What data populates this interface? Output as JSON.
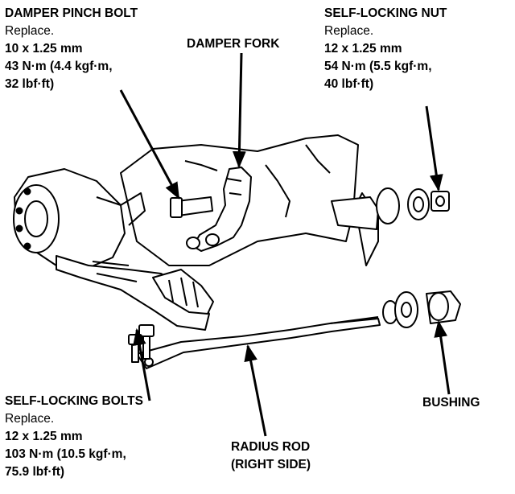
{
  "labels": {
    "pinch_bolt": {
      "title": "DAMPER PINCH BOLT",
      "action": "Replace.",
      "size": "10 x 1.25 mm",
      "torque1": "43 N·m (4.4 kgf·m,",
      "torque2": "32 lbf·ft)"
    },
    "damper_fork": {
      "title": "DAMPER FORK"
    },
    "self_locking_nut": {
      "title": "SELF-LOCKING NUT",
      "action": "Replace.",
      "size": "12 x 1.25 mm",
      "torque1": "54 N·m (5.5 kgf·m,",
      "torque2": "40 lbf·ft)"
    },
    "self_locking_bolts": {
      "title": "SELF-LOCKING BOLTS",
      "action": "Replace.",
      "size": "12 x 1.25 mm",
      "torque1": "103 N·m (10.5 kgf·m,",
      "torque2": "75.9 lbf·ft)"
    },
    "bushing": {
      "title": "BUSHING"
    },
    "radius_rod": {
      "line1": "RADIUS ROD",
      "line2": "(RIGHT SIDE)"
    }
  }
}
